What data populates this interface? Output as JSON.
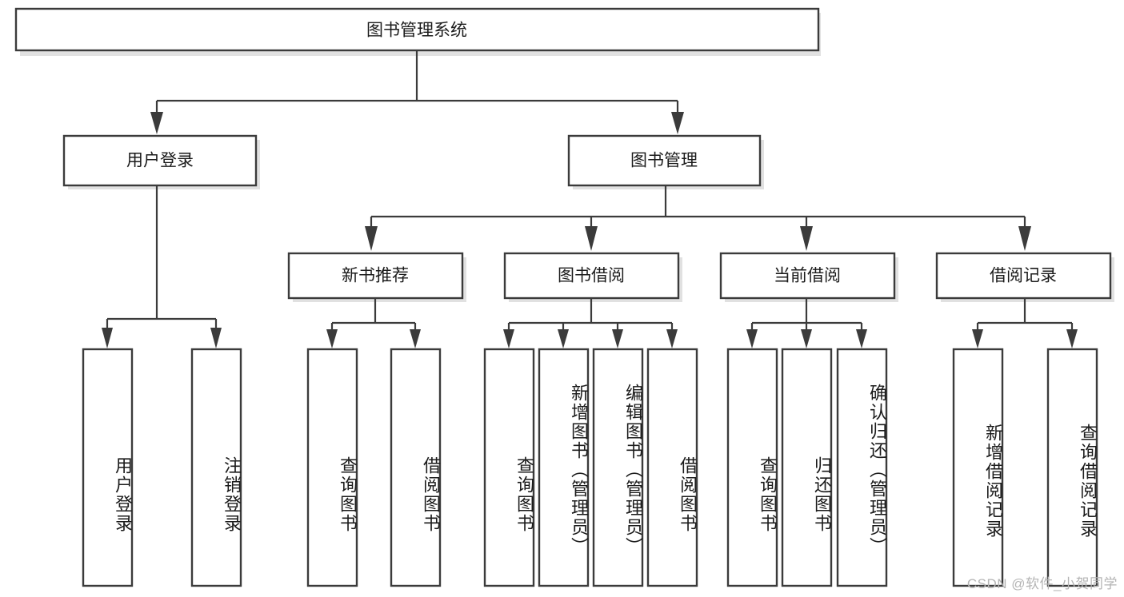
{
  "diagram": {
    "title": "图书管理系统",
    "type": "tree-hierarchy-chart",
    "watermark": "CSDN @软件_小贺同学",
    "root": {
      "label": "图书管理系统"
    },
    "level2": [
      {
        "label": "用户登录"
      },
      {
        "label": "图书管理"
      }
    ],
    "level3": [
      {
        "label": "新书推荐"
      },
      {
        "label": "图书借阅"
      },
      {
        "label": "当前借阅"
      },
      {
        "label": "借阅记录"
      }
    ],
    "leaves": {
      "user_login": [
        {
          "label": "用户登录"
        },
        {
          "label": "注销登录"
        }
      ],
      "new_book_recommend": [
        {
          "label": "查询图书"
        },
        {
          "label": "借阅图书"
        }
      ],
      "book_borrow": [
        {
          "label": "查询图书"
        },
        {
          "label": "新增图书（管理员）"
        },
        {
          "label": "编辑图书（管理员）"
        },
        {
          "label": "借阅图书"
        }
      ],
      "current_borrow": [
        {
          "label": "查询图书"
        },
        {
          "label": "归还图书"
        },
        {
          "label": "确认归还（管理员）"
        }
      ],
      "borrow_record": [
        {
          "label": "新增借阅记录"
        },
        {
          "label": "查询借阅记录"
        }
      ]
    }
  },
  "colors": {
    "box_stroke": "#3b3b3b",
    "box_fill": "#ffffff",
    "text": "#1b1b1b",
    "watermark": "#b4b4b4",
    "background": "#ffffff"
  }
}
